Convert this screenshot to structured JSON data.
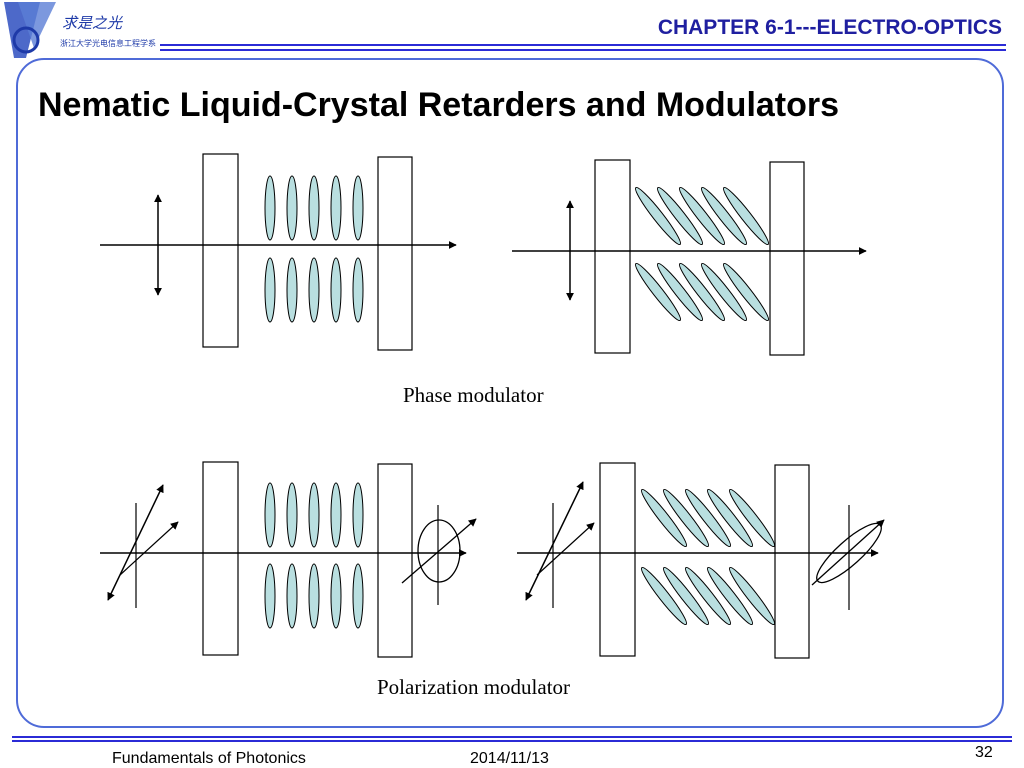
{
  "header": {
    "chapter": "CHAPTER 6-1---ELECTRO-OPTICS",
    "logo_script": "求是之光",
    "logo_cn": "浙江大学光电信息工程学系"
  },
  "slide": {
    "title": "Nematic Liquid-Crystal Retarders and Modulators"
  },
  "captions": {
    "phase": "Phase modulator",
    "polarization": "Polarization modulator"
  },
  "footer": {
    "course": "Fundamentals of Photonics",
    "date": "2014/11/13",
    "page": "32"
  },
  "colors": {
    "accent": "#1f1fa0",
    "rule": "#2b2bd6",
    "frame": "#4f6bd8",
    "crystal_fill": "#b9dfe0"
  },
  "icons": {
    "logo": "university-logo-icon"
  }
}
